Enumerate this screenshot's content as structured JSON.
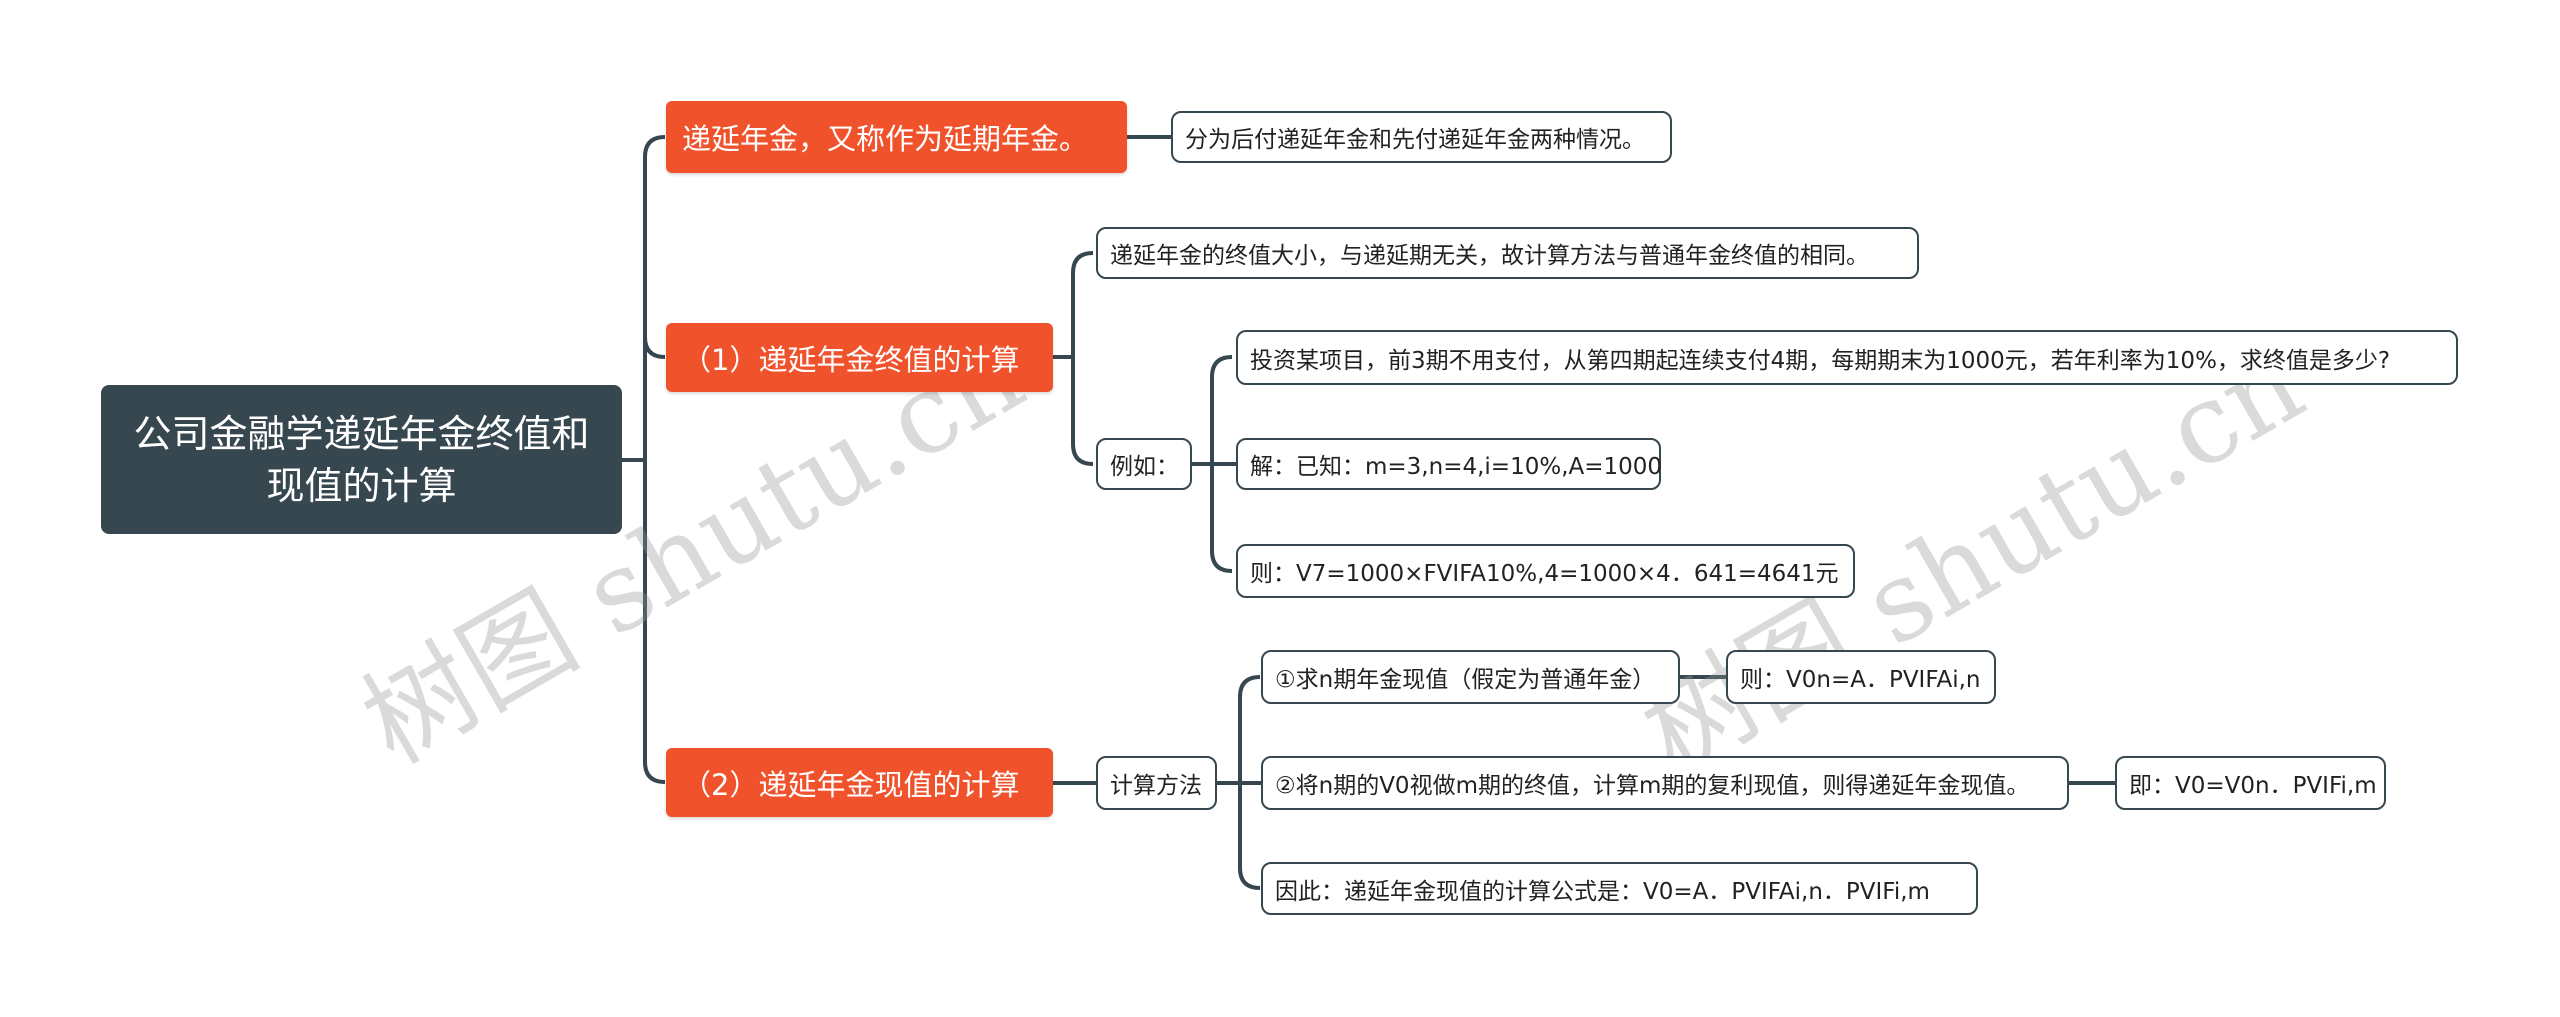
{
  "root": {
    "title": "公司金融学递延年金终值和现值的计算"
  },
  "branches": [
    {
      "label": "递延年金，又称作为延期年金。",
      "note": "分为后付递延年金和先付递延年金两种情况。"
    },
    {
      "label": "（1）递延年金终值的计算",
      "note": "递延年金的终值大小，与递延期无关，故计算方法与普通年金终值的相同。",
      "example_label": "例如：",
      "examples": [
        "投资某项目，前3期不用支付，从第四期起连续支付4期，每期期末为1000元，若年利率为10%，求终值是多少?",
        "解：已知：m=3,n=4,i=10%,A=1000",
        "则：V7=1000×FVIFA10%,4=1000×4．641=4641元"
      ]
    },
    {
      "label": "（2）递延年金现值的计算",
      "method_label": "计算方法",
      "methods": [
        {
          "text": "①求n期年金现值（假定为普通年金）",
          "result": "则：V0n=A．PVIFAi,n"
        },
        {
          "text": "②将n期的V0视做m期的终值，计算m期的复利现值，则得递延年金现值。",
          "result": "即：V0=V0n．PVIFi,m"
        },
        {
          "text": "因此：递延年金现值的计算公式是：V0=A．PVIFAi,n．PVIFi,m"
        }
      ]
    }
  ],
  "watermark": "树图 shutu.cn",
  "colors": {
    "root": "#37474f",
    "branch": "#f0522c",
    "line": "#37474f"
  }
}
